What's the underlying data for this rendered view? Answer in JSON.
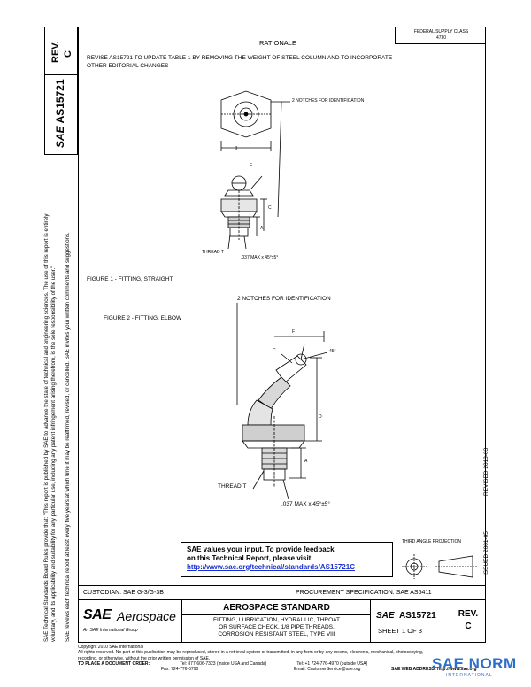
{
  "header": {
    "rationale_title": "RATIONALE",
    "fed_code_line1": "FEDERAL SUPPLY CLASS",
    "fed_code_line2": "4730",
    "rationale_line1": "REVISE AS15721 TO UPDATE TABLE 1 BY REMOVING THE WEIGHT OF STEEL COLUMN AND TO INCORPORATE",
    "rationale_line2": "OTHER EDITORIAL CHANGES"
  },
  "left_margin": {
    "rev_label": "REV.",
    "rev_value": "C",
    "doc_number": "AS15721",
    "sae_mark": "SAE",
    "legal_line1": "SAE Technical Standards Board Rules provide that: \"This report is published by SAE to advance the state of technical and engineering sciences. The use of this report is entirely",
    "legal_line2": "voluntary, and its applicability and suitability for any particular use, including any patent infringement arising therefrom, is the sole responsibility of the user.\"",
    "legal_line3": "SAE reviews each technical report at least every five years at which time it may be reaffirmed, revised, or cancelled. SAE invites your written comments and suggestions."
  },
  "right_margin": {
    "revised": "REVISED 2010-03",
    "issued": "ISSUED 2001-05"
  },
  "figures": {
    "notches_1": "2 NOTCHES FOR IDENTIFICATION",
    "figure1_caption": "FIGURE 1 - FITTING, STRAIGHT",
    "notches_2": "2 NOTCHES FOR IDENTIFICATION",
    "figure2_caption": "FIGURE 2 - FITTING, ELBOW",
    "dim_b": "B",
    "dim_c": "C",
    "dim_a": "A",
    "dim_e": "E",
    "dim_d": "D",
    "dim_f": "F",
    "thread_t_1": "THREAD T",
    "chamfer_1": ".037 MAX x 45°±5°",
    "thread_t_2": "THREAD T",
    "chamfer_2": ".037 MAX x 45°±5°",
    "angle_45": "45°"
  },
  "feedback": {
    "line1": "SAE values your input. To provide feedback",
    "line2": "on this Technical Report, please visit",
    "link": "http://www.sae.org/technical/standards/AS15721C"
  },
  "third_angle": {
    "label": "THIRD ANGLE PROJECTION"
  },
  "title_block": {
    "custodian": "CUSTODIAN:  SAE G-3/G-3B",
    "procurement": "PROCUREMENT SPECIFICATION:  SAE AS5411",
    "logo_sae": "SAE",
    "logo_aerospace": "Aerospace",
    "logo_tagline": "An SAE International Group",
    "standard_title": "AEROSPACE STANDARD",
    "desc_line1": "FITTING, LUBRICATION, HYDRAULIC, THROAT",
    "desc_line2": "OR SURFACE CHECK, 1/8 PIPE THREADS,",
    "desc_line3": "CORROSION RESISTANT STEEL, TYPE VIII",
    "num_sae": "SAE",
    "number": "AS15721",
    "sheet": "SHEET 1 OF 3",
    "rev_label": "REV.",
    "rev_value": "C"
  },
  "footer": {
    "copyright": "Copyright 2010 SAE International",
    "rights": "All rights reserved. No part of this publication may be reproduced, stored in a retrieval system or transmitted, in any form or by any means, electronic, mechanical, photocopying,",
    "rights2": "recording, or otherwise, without the prior written permission of SAE.",
    "order_label": "TO PLACE A DOCUMENT ORDER:",
    "tel": "Tel:  877-606-7323 (inside USA and Canada)",
    "tel2": "Tel:  +1 724-776-4970 (outside USA)",
    "fax": "Fax:  724-776-0790",
    "email": "Email:  CustomerService@sae.org",
    "web": "SAE WEB ADDRESS:  http://www.sae.org"
  },
  "watermark": {
    "brand": "SAE NORM",
    "sub": "INTERNATIONAL"
  },
  "colors": {
    "link": "#1a2fd0",
    "watermark": "#2a6fc9"
  }
}
